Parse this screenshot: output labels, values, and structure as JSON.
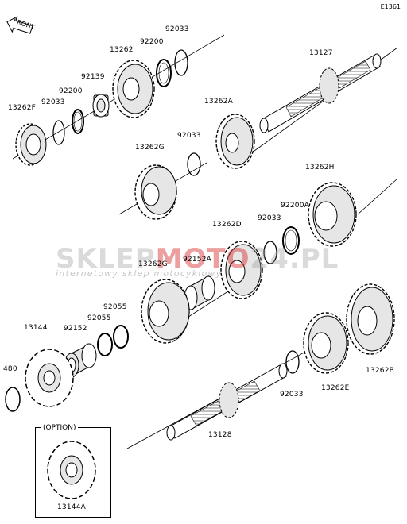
{
  "diagram_code": "E1361",
  "front_label": "FRONT",
  "option_label": "(OPTION)",
  "watermark": {
    "brand_left": "SKLEP",
    "brand_mid": "MOTO",
    "brand_right": "24.PL",
    "tagline": "internetowy sklep motocyklowy"
  },
  "parts": [
    "13262F",
    "92033",
    "92200",
    "92139",
    "13262",
    "92200",
    "92033",
    "13127",
    "13262A",
    "92033",
    "13262G",
    "13262H",
    "92200A",
    "92033",
    "13262D",
    "92152A",
    "13262G",
    "92055",
    "92055",
    "13144",
    "92152",
    "480",
    "13262B",
    "13262E",
    "92033",
    "13128",
    "13144A"
  ],
  "colors": {
    "line": "#000000",
    "fill": "#ffffff",
    "gear_shade": "#e6e6e6",
    "watermark_red": "#d62828"
  }
}
